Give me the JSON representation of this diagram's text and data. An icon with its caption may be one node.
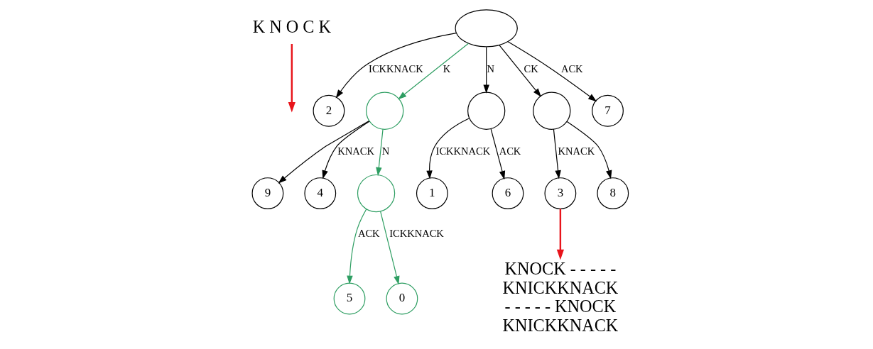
{
  "diagram": {
    "nodes": [
      {
        "text": [
          "K N O C K"
        ]
      },
      {
        "text": [],
        "shape": "ellipse"
      },
      {
        "text": [
          "2"
        ]
      },
      {
        "text": [],
        "shape": "circle"
      },
      {
        "text": [],
        "shape": "circle"
      },
      {
        "text": [],
        "shape": "circle"
      },
      {
        "text": [
          "7"
        ]
      },
      {
        "text": [
          "3"
        ]
      },
      {
        "text": [
          "9"
        ]
      },
      {
        "text": [
          "4"
        ]
      },
      {
        "text": [],
        "shape": "circle"
      },
      {
        "text": [
          "1"
        ]
      },
      {
        "text": [
          "6"
        ]
      },
      {
        "text": [
          "8"
        ]
      },
      {
        "text": [
          "5"
        ]
      },
      {
        "text": [
          "0"
        ]
      },
      {
        "text": [
          "KNOCK - - - - -",
          "KNICKKNACK",
          "- - - - - KNOCK",
          "KNICKKNACK"
        ]
      }
    ],
    "edges": [
      {
        "from": 0,
        "to": null,
        "arrow": "to",
        "color": "#e8141b"
      },
      {
        "from": 1,
        "to": 2,
        "arrow": "to",
        "label": "ICKKNACK"
      },
      {
        "from": 1,
        "to": 6,
        "arrow": "to",
        "label": "ACK"
      },
      {
        "from": 1,
        "to": 3,
        "arrow": "to",
        "label": "K",
        "color": "#2e9e62"
      },
      {
        "from": 1,
        "to": 4,
        "arrow": "to",
        "label": "N"
      },
      {
        "from": 1,
        "to": 5,
        "arrow": "to",
        "label": "CK"
      },
      {
        "from": 3,
        "to": 8,
        "arrow": "to"
      },
      {
        "from": 3,
        "to": 9,
        "arrow": "to",
        "label": "KNACK"
      },
      {
        "from": 3,
        "to": 10,
        "arrow": "to",
        "label": "N",
        "color": "#2e9e62"
      },
      {
        "from": 4,
        "to": 11,
        "arrow": "to",
        "label": "ICKKNACK"
      },
      {
        "from": 4,
        "to": 12,
        "arrow": "to",
        "label": "ACK"
      },
      {
        "from": 5,
        "to": 7,
        "arrow": "to",
        "label": "KNACK"
      },
      {
        "from": 5,
        "to": 13,
        "arrow": "to"
      },
      {
        "from": 10,
        "to": 14,
        "arrow": "to",
        "label": "ACK",
        "color": "#2e9e62"
      },
      {
        "from": 10,
        "to": 15,
        "arrow": "to",
        "label": "ICKKNACK",
        "color": "#2e9e62"
      },
      {
        "from": 7,
        "to": 16,
        "arrow": "to",
        "color": "#e8141b"
      }
    ]
  }
}
